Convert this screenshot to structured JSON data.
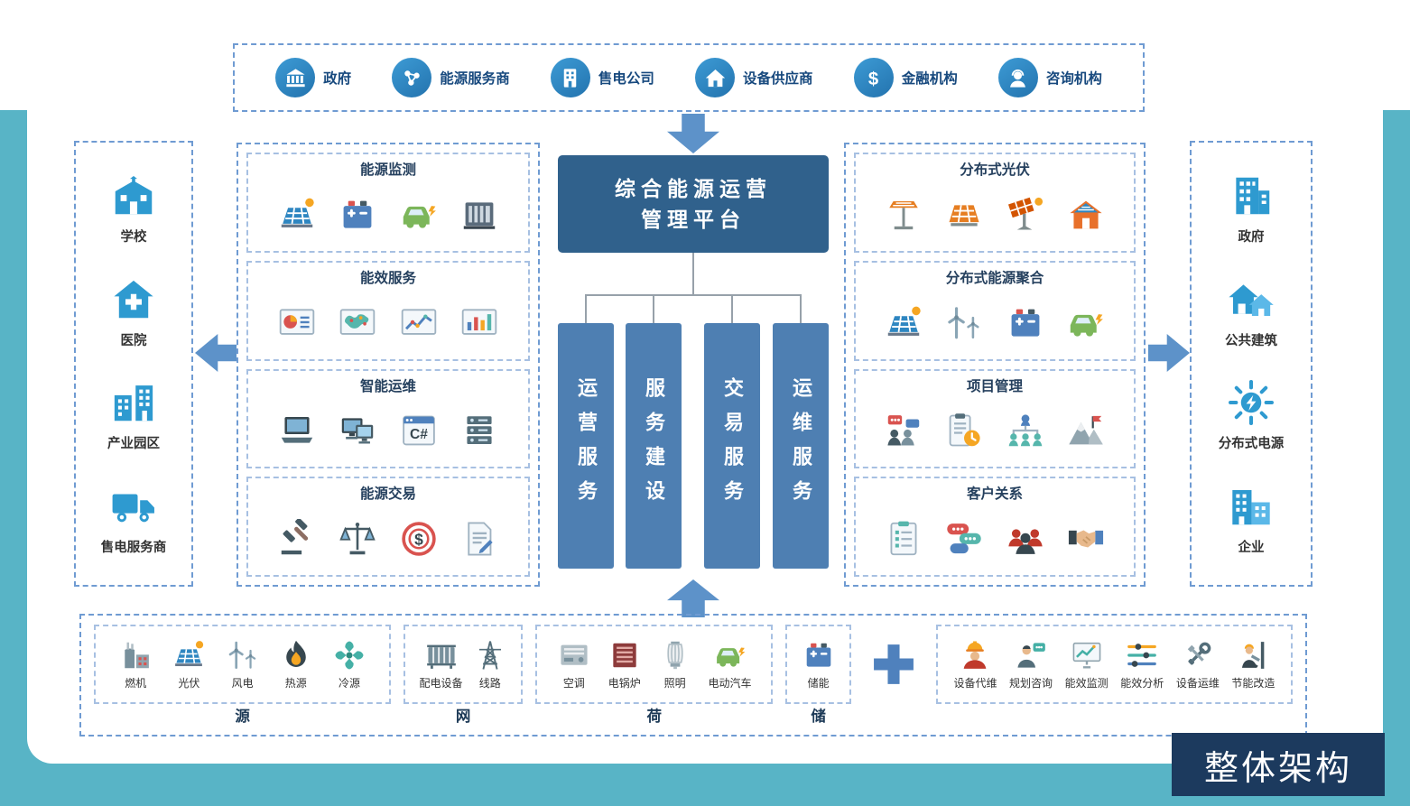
{
  "badge": {
    "label": "整体架构"
  },
  "theme": {
    "band_color": "#58b4c6",
    "platform_color": "#30618c",
    "pillar_color": "#4e7fb2",
    "arrow_color": "#5d92c9",
    "dashed_border_color": "#6f9bd2",
    "icon_blue": "#2e86c1"
  },
  "stakeholders": {
    "items": [
      {
        "label": "政府",
        "icon": "government-bank"
      },
      {
        "label": "能源服务商",
        "icon": "energy-network"
      },
      {
        "label": "售电公司",
        "icon": "office-building"
      },
      {
        "label": "设备供应商",
        "icon": "supplier-house"
      },
      {
        "label": "金融机构",
        "icon": "dollar-sign"
      },
      {
        "label": "咨询机构",
        "icon": "consultant-person"
      }
    ]
  },
  "platform": {
    "line1": "综合能源运营",
    "line2": "管理平台"
  },
  "pillars": [
    {
      "label": "运营服务"
    },
    {
      "label": "服务建设"
    },
    {
      "label": "交易服务"
    },
    {
      "label": "运维服务"
    }
  ],
  "left_clients": {
    "items": [
      {
        "label": "学校",
        "icon": "school"
      },
      {
        "label": "医院",
        "icon": "hospital"
      },
      {
        "label": "产业园区",
        "icon": "industrial-park"
      },
      {
        "label": "售电服务商",
        "icon": "delivery-truck"
      }
    ]
  },
  "right_clients": {
    "items": [
      {
        "label": "政府",
        "icon": "government-building"
      },
      {
        "label": "公共建筑",
        "icon": "public-buildings"
      },
      {
        "label": "分布式电源",
        "icon": "distributed-power"
      },
      {
        "label": "企业",
        "icon": "enterprise-buildings"
      }
    ]
  },
  "left_services": {
    "boxes": [
      {
        "title": "能源监测",
        "icons": [
          "solar-panel",
          "battery",
          "ev-car",
          "generator-unit"
        ]
      },
      {
        "title": "能效服务",
        "icons": [
          "pie-chart-board",
          "map-chart-board",
          "line-chart-board",
          "bar-chart-board"
        ]
      },
      {
        "title": "智能运维",
        "icons": [
          "laptop",
          "dual-monitors",
          "code-window",
          "server-stack"
        ]
      },
      {
        "title": "能源交易",
        "icons": [
          "gavel",
          "balance-scales",
          "dollar-target",
          "contract-document"
        ]
      }
    ]
  },
  "right_services": {
    "boxes": [
      {
        "title": "分布式光伏",
        "icons": [
          "solar-street-light",
          "solar-panel-orange",
          "solar-tracker",
          "solar-roof-house"
        ]
      },
      {
        "title": "分布式能源聚合",
        "icons": [
          "solar-panel",
          "wind-turbines",
          "battery",
          "ev-car"
        ]
      },
      {
        "title": "项目管理",
        "icons": [
          "team-discussion",
          "clipboard-clock",
          "org-chart",
          "mountain-flag"
        ]
      },
      {
        "title": "客户关系",
        "icons": [
          "checklist-board",
          "chat-bubbles",
          "people-group",
          "handshake"
        ]
      }
    ]
  },
  "bottom": {
    "groups": [
      {
        "label": "源",
        "items": [
          {
            "label": "燃机",
            "icon": "gas-turbine-plant"
          },
          {
            "label": "光伏",
            "icon": "solar-panel"
          },
          {
            "label": "风电",
            "icon": "wind-turbines"
          },
          {
            "label": "热源",
            "icon": "heat-flame"
          },
          {
            "label": "冷源",
            "icon": "chiller-fan"
          }
        ]
      },
      {
        "label": "网",
        "items": [
          {
            "label": "配电设备",
            "icon": "distribution-transformer"
          },
          {
            "label": "线路",
            "icon": "transmission-tower"
          }
        ]
      },
      {
        "label": "荷",
        "items": [
          {
            "label": "空调",
            "icon": "air-conditioner"
          },
          {
            "label": "电锅炉",
            "icon": "electric-boiler"
          },
          {
            "label": "照明",
            "icon": "lighting-lamp"
          },
          {
            "label": "电动汽车",
            "icon": "ev-car"
          }
        ]
      },
      {
        "label": "储",
        "items": [
          {
            "label": "储能",
            "icon": "battery"
          }
        ]
      }
    ],
    "plus_icon": "plus",
    "services": {
      "items": [
        {
          "label": "设备代维",
          "icon": "maintenance-worker"
        },
        {
          "label": "规划咨询",
          "icon": "planning-consultant"
        },
        {
          "label": "能效监测",
          "icon": "efficiency-monitor"
        },
        {
          "label": "能效分析",
          "icon": "efficiency-sliders"
        },
        {
          "label": "设备运维",
          "icon": "equipment-tools"
        },
        {
          "label": "节能改造",
          "icon": "retrofit-worker"
        }
      ]
    }
  }
}
